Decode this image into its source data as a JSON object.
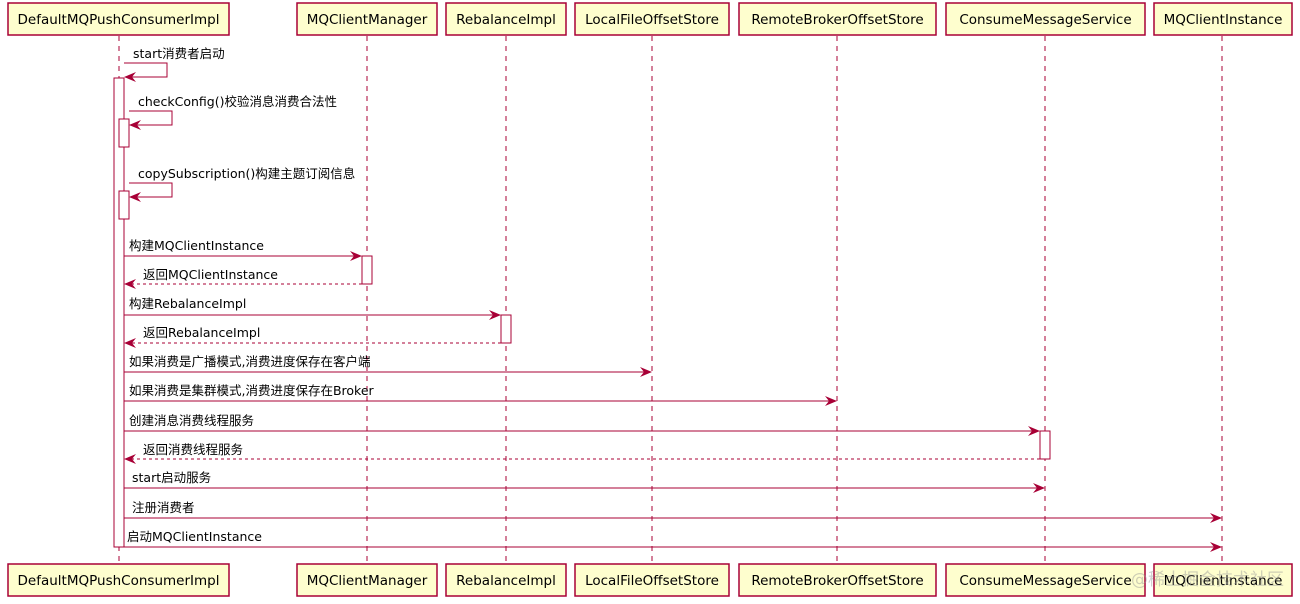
{
  "participants": [
    "DefaultMQPushConsumerImpl",
    "MQClientManager",
    "RebalanceImpl",
    "LocalFileOffsetStore",
    "RemoteBrokerOffsetStore",
    "ConsumeMessageService",
    "MQClientInstance"
  ],
  "messages": [
    "start消费者启动",
    "checkConfig()校验消息消费合法性",
    "copySubscription()构建主题订阅信息",
    "构建MQClientInstance",
    "返回MQClientInstance",
    "构建RebalanceImpl",
    "返回RebalanceImpl",
    "如果消费是广播模式,消费进度保存在客户端",
    "如果消费是集群模式,消费进度保存在Broker",
    "创建消息消费线程服务",
    "返回消费线程服务",
    "start启动服务",
    "注册消费者",
    "启动MQClientInstance"
  ],
  "watermark": "@稀土掘金技术社区",
  "colors": {
    "box_fill": "#FEFECE",
    "box_border": "#A80036",
    "arrow": "#A80036",
    "lifeline": "#A80036",
    "activation_fill": "#FFFFFF"
  }
}
